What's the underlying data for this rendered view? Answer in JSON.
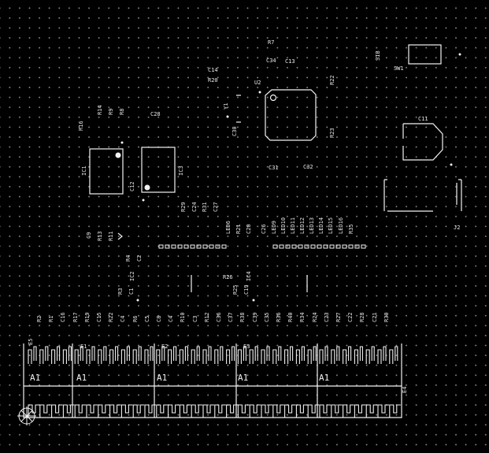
{
  "labels": {
    "R7": "R7",
    "C34": "C34",
    "C13": "C13",
    "SIB": "SIB",
    "SW1": "SW1",
    "C14": "C14",
    "R20": "R20",
    "U2": "U2",
    "R22": "R22",
    "Y1": "Y1",
    "R14": "R14",
    "R9": "R9",
    "R8": "R8",
    "C28": "C28",
    "R16": "R16",
    "C30": "C30",
    "R23": "R23",
    "C11": "C11",
    "IC1": "IC1",
    "IC3": "IC3",
    "C12": "C12",
    "C31": "C31",
    "C32": "C32",
    "R29": "R29",
    "C24": "C24",
    "R31": "R31",
    "C27": "C27",
    "J2": "J2",
    "C9": "C9",
    "R13": "R13",
    "R11": "R11",
    "R4": "R4",
    "C2": "C2",
    "IC2": "IC2",
    "R3": "R3",
    "C1": "C1",
    "R26": "R26",
    "R25": "R25",
    "C19": "C19",
    "IC4": "IC4",
    "E5": "E5",
    "E1": "E1",
    "E2": "E2",
    "E3": "E3",
    "E4": "E4"
  },
  "top_vertical": [
    "LED6",
    "R21",
    "C20",
    "C26",
    "LED9",
    "LED10",
    "LED11",
    "LED12",
    "LED13",
    "LED14",
    "LED15",
    "LED16",
    "R35"
  ],
  "row_labels": [
    "R2",
    "R1",
    "C16",
    "R17",
    "R19",
    "C15",
    "R22",
    "C4",
    "R6",
    "C5",
    "C8",
    "C4",
    "R10",
    "C3",
    "R12",
    "C36",
    "C37",
    "R38",
    "C39",
    "C35",
    "R36",
    "R40",
    "R34",
    "R24",
    "C23",
    "R27",
    "C22",
    "R28",
    "C21",
    "R30"
  ],
  "connector_text": [
    "A1",
    "A1",
    "A1",
    "A1",
    "A1"
  ]
}
